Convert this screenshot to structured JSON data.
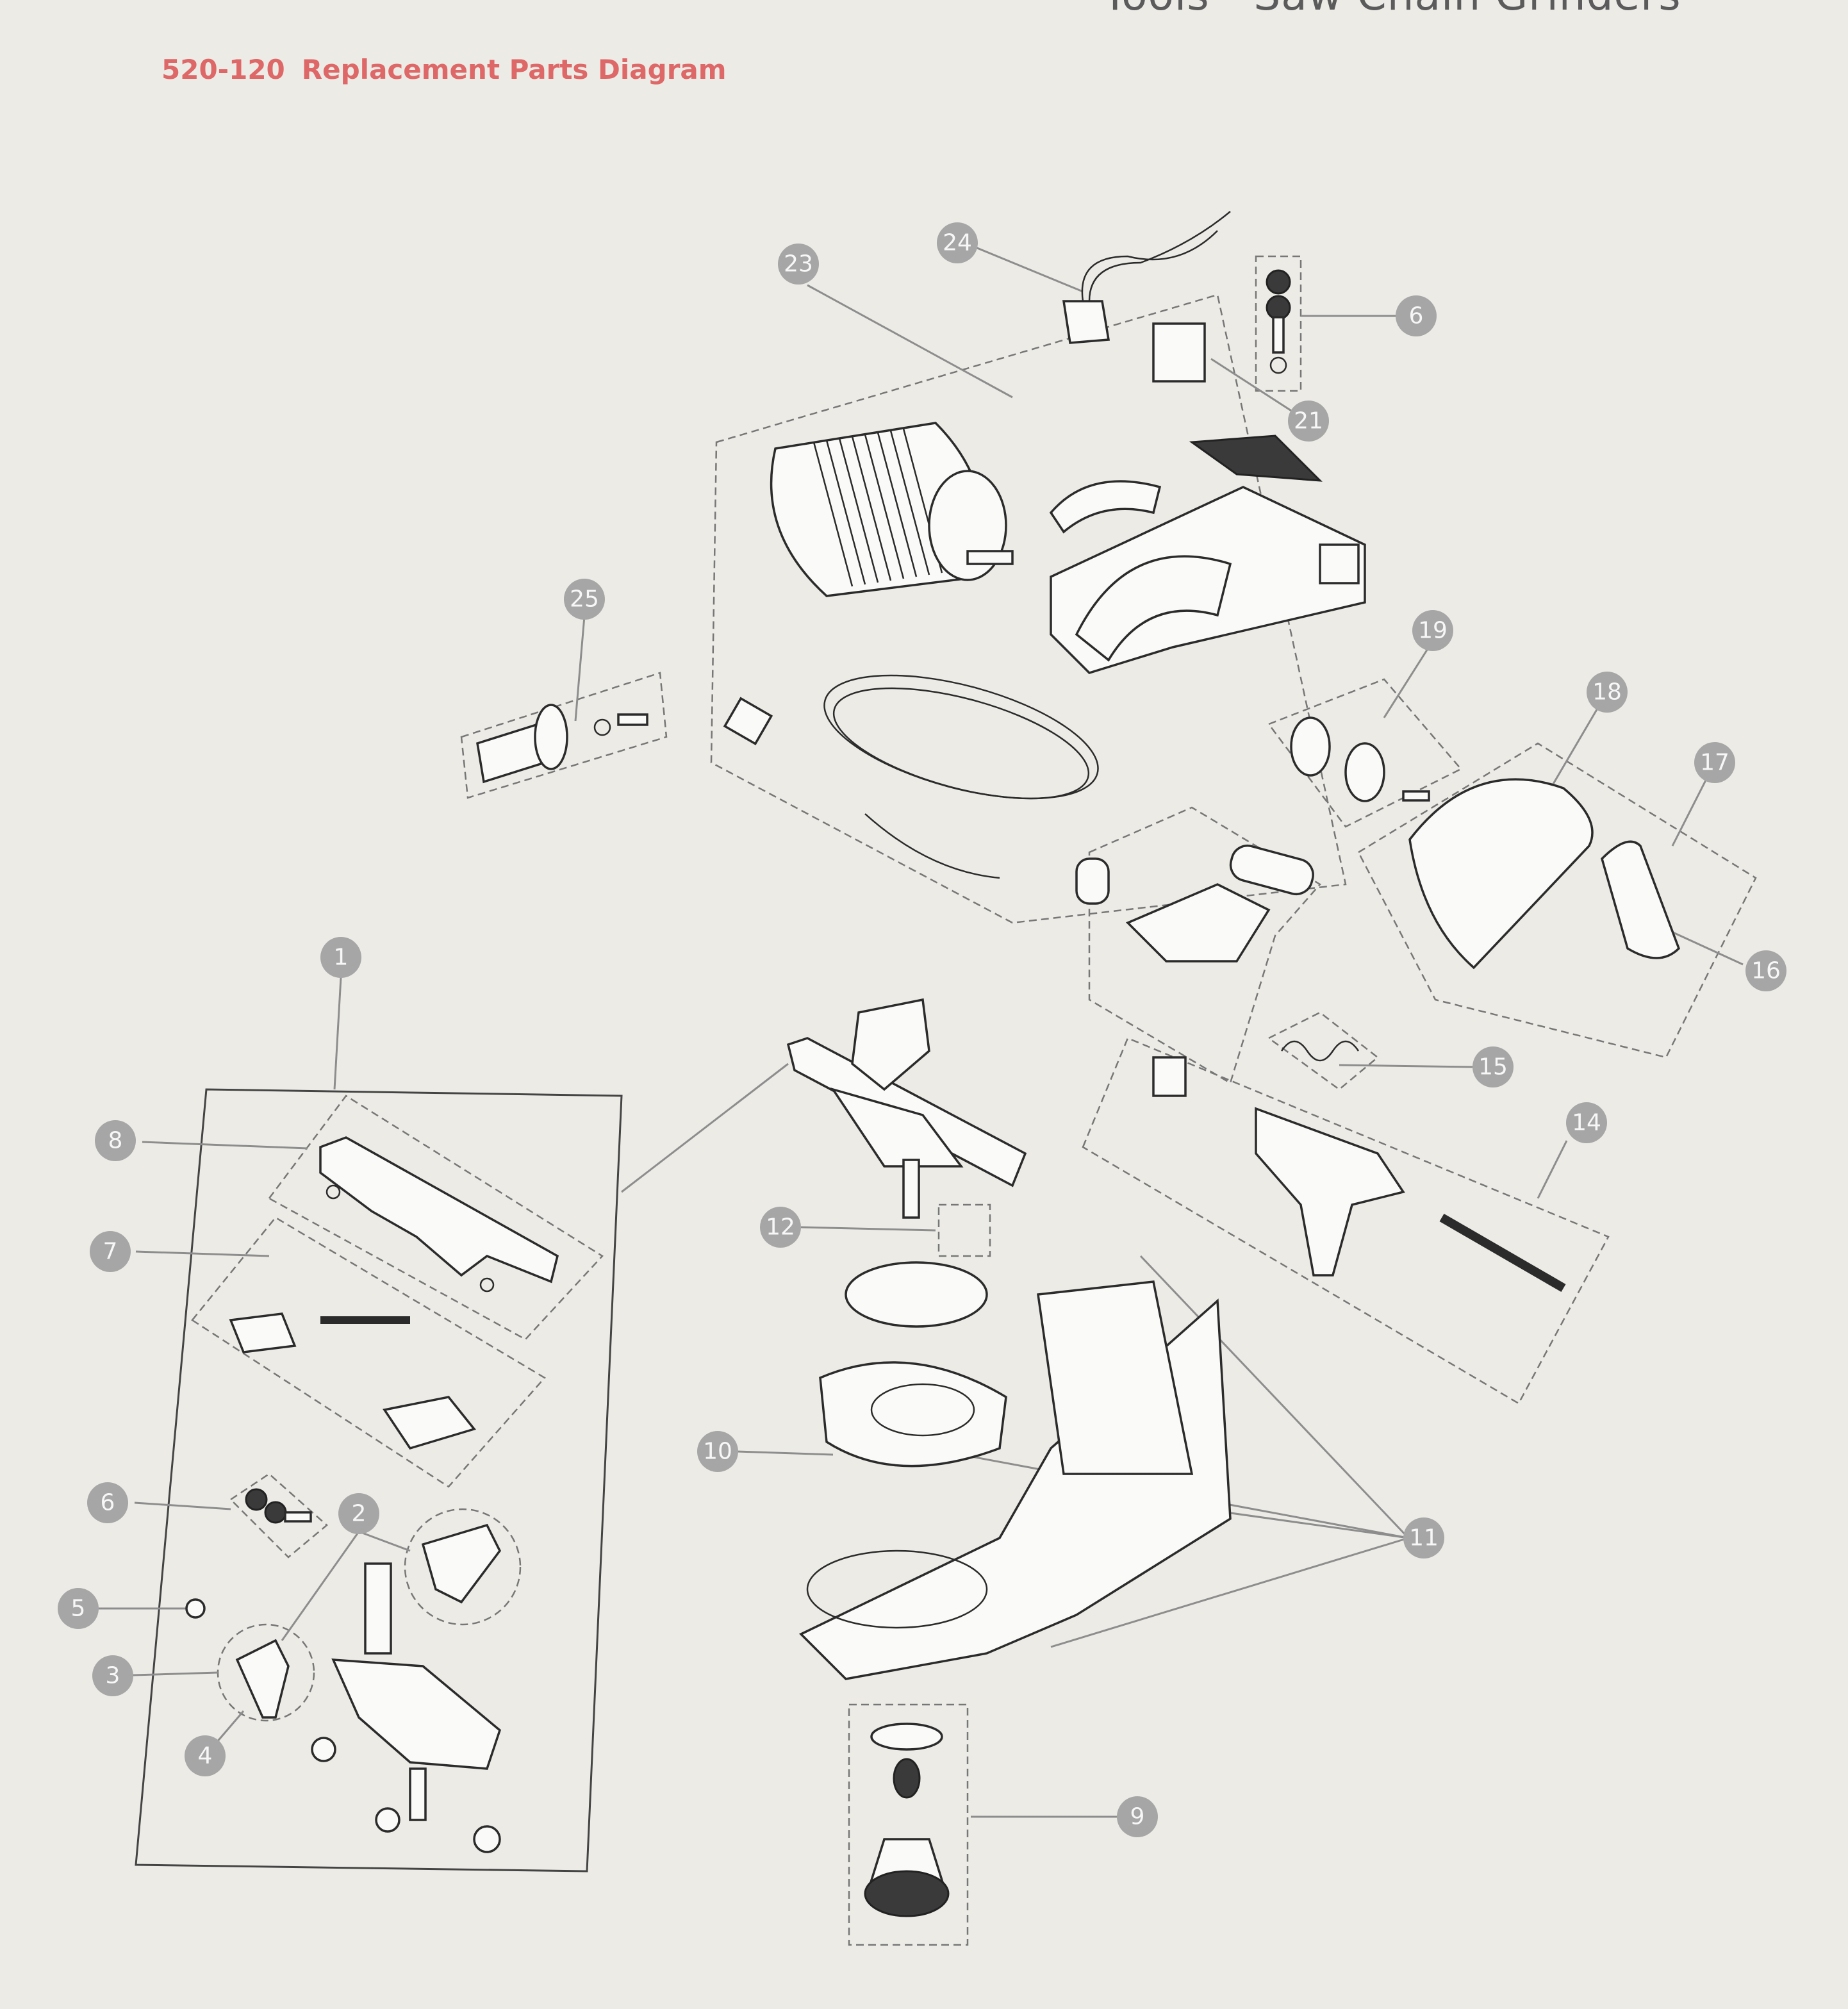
{
  "page_header": "Tools - Saw Chain Grinders",
  "diagram": {
    "model": "520-120",
    "title": "Replacement Parts Diagram"
  },
  "callouts": [
    "24",
    "23",
    "6",
    "21",
    "25",
    "19",
    "18",
    "17",
    "16",
    "1",
    "8",
    "7",
    "15",
    "14",
    "12",
    "10",
    "11",
    "6",
    "2",
    "5",
    "3",
    "4",
    "9"
  ],
  "colors": {
    "title_red": "#de6767",
    "callout_gray": "#a6a6a6",
    "background": "#ecebe6"
  }
}
